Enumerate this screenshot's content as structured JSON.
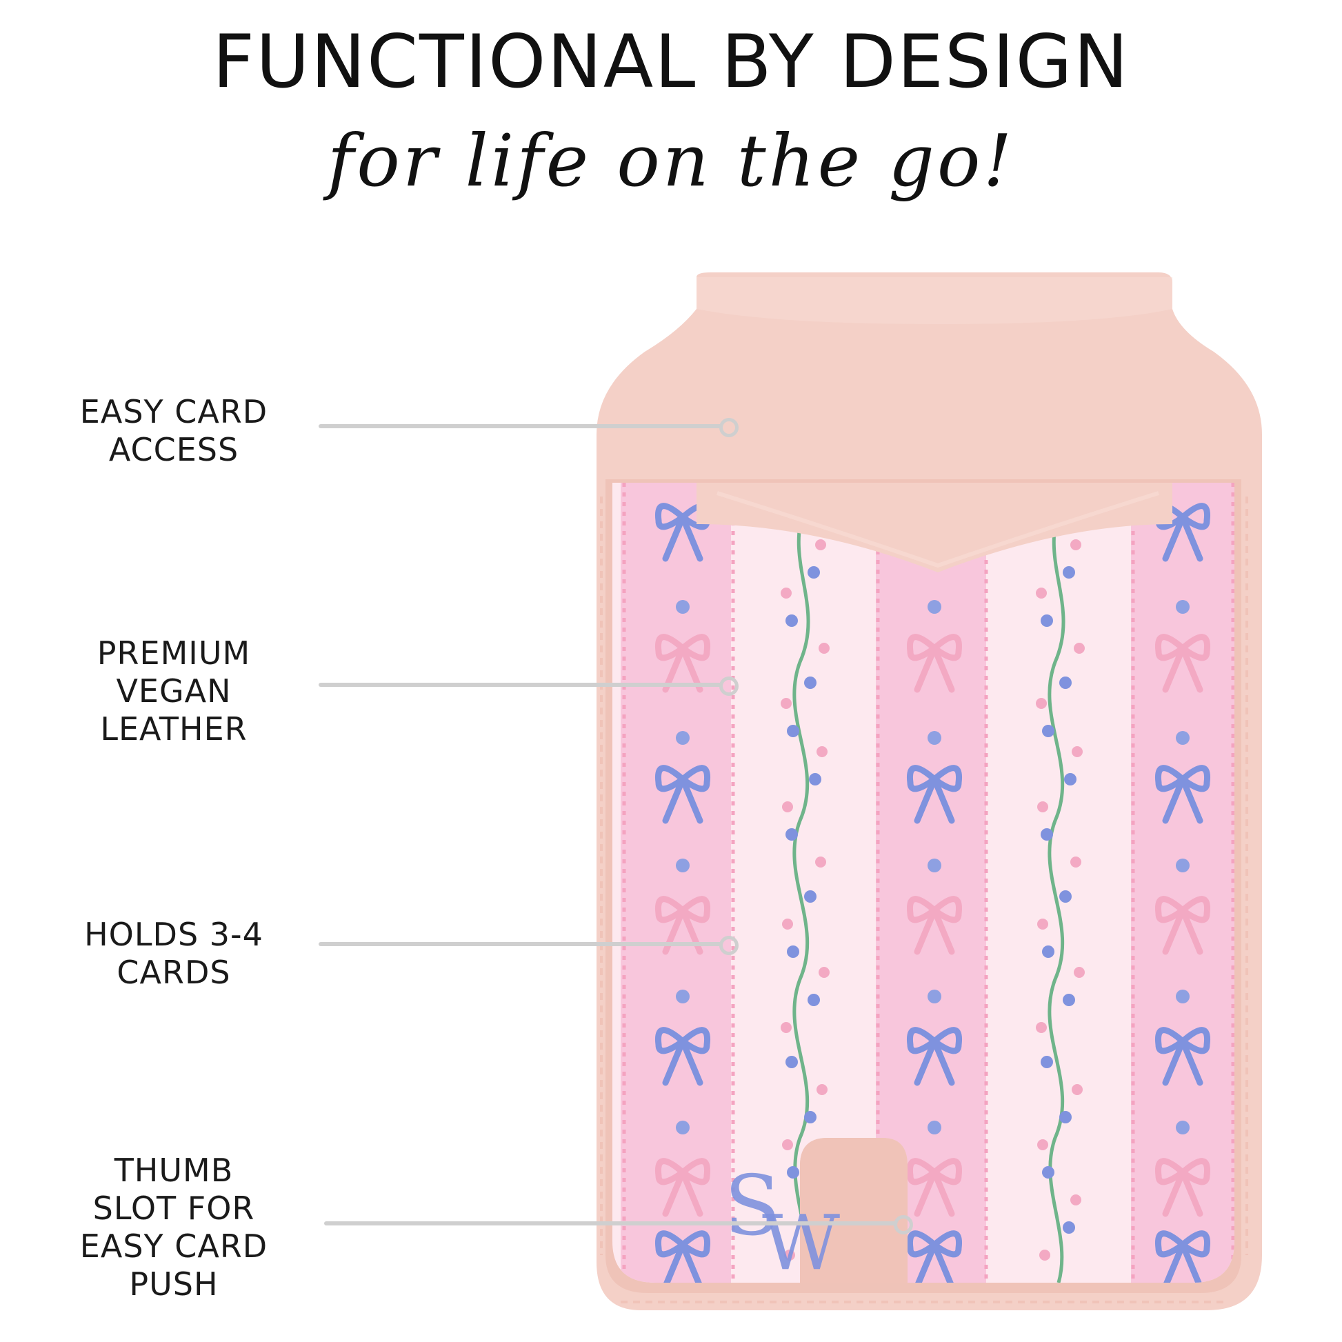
{
  "header": {
    "title": "FUNCTIONAL BY DESIGN",
    "subtitle": "for life on the go!"
  },
  "callouts": [
    {
      "lines": [
        "EASY CARD",
        "ACCESS"
      ]
    },
    {
      "lines": [
        "PREMIUM",
        "VEGAN",
        "LEATHER"
      ]
    },
    {
      "lines": [
        "HOLDS 3-4",
        "CARDS"
      ]
    },
    {
      "lines": [
        "THUMB",
        "SLOT FOR",
        "EASY CARD",
        "PUSH"
      ]
    }
  ],
  "product": {
    "monogram": "SW",
    "colors": {
      "leather": "#f4d0c7",
      "leather_shadow": "#e9bbb0",
      "stripe_pink": "#f8bfd6",
      "stripe_light": "#fde9ef",
      "bow_blue": "#7f92de",
      "bow_pink": "#f3a9c3",
      "vine_green": "#6fb48a"
    }
  }
}
